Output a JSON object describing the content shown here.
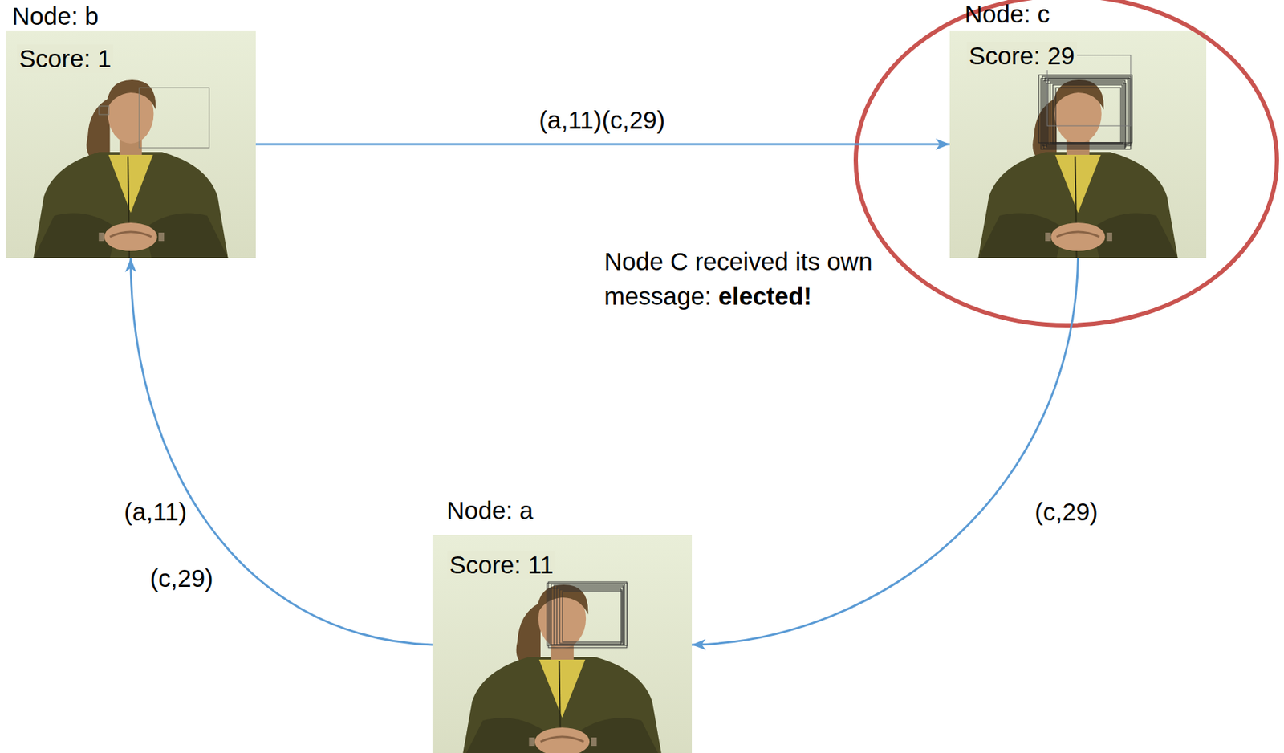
{
  "diagram": {
    "nodes": [
      {
        "text": [
          "Node: b",
          "Score: 1"
        ]
      },
      {
        "text": [
          "Node: c",
          "Score: 29"
        ]
      },
      {
        "text": [
          "Node: a",
          "Score: 11"
        ]
      }
    ],
    "edges": [
      {
        "from": 0,
        "to": 1,
        "arrow": "to",
        "label": "(a,11)(c,29)"
      },
      {
        "from": 1,
        "to": 2,
        "arrow": "to",
        "label": "(c,29)"
      },
      {
        "from": 2,
        "to": 0,
        "arrow": "to",
        "label": "(a,11)"
      }
    ],
    "labels": [
      "(c,29)",
      "Node C received its own message:",
      "elected!"
    ]
  }
}
